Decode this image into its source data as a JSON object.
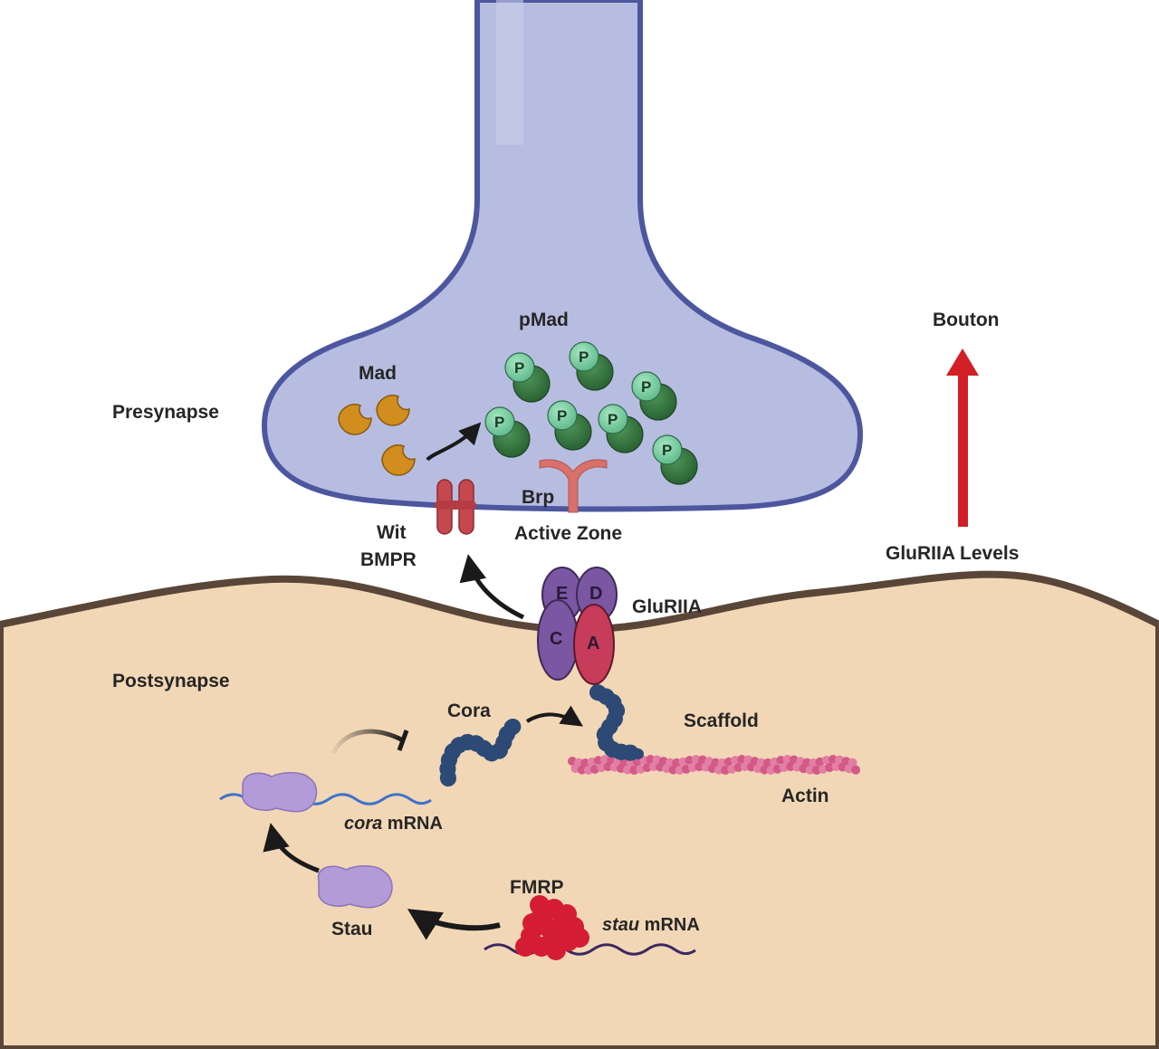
{
  "labels": {
    "presynapse": "Presynapse",
    "postsynapse": "Postsynapse",
    "mad": "Mad",
    "pmad": "pMad",
    "p": "P",
    "brp": "Brp",
    "active_zone": "Active Zone",
    "wit": "Wit",
    "bmpr": "BMPR",
    "gluriia": "GluRIIA",
    "subunit_e": "E",
    "subunit_d": "D",
    "subunit_c": "C",
    "subunit_a": "A",
    "cora": "Cora",
    "scaffold": "Scaffold",
    "actin": "Actin",
    "cora_mrna_gene": "cora",
    "cora_mrna_suffix": " mRNA",
    "stau": "Stau",
    "fmrp": "FMRP",
    "stau_mrna_gene": "stau",
    "stau_mrna_suffix": " mRNA",
    "bouton": "Bouton",
    "gluriia_levels": "GluRIIA Levels"
  },
  "colors": {
    "presynapse_fill": "#b7bde0",
    "presynapse_outline": "#4d579f",
    "postsynapse_fill": "#f2d7b6",
    "postsynapse_outline": "#5a4638",
    "mad": "#d18d1d",
    "pmad_dark": "#2f6f3a",
    "pmad_light": "#74c69a",
    "receptor": "#c6484f",
    "brp": "#d9706a",
    "glu_purple": "#7b56a3",
    "glu_red": "#c63c5a",
    "cora": "#2c4a75",
    "actin": "#d35a88",
    "mrna_blue": "#3e73c9",
    "mrna_purple": "#3b2860",
    "stau": "#b39ad8",
    "fmrp": "#d41d35",
    "arrow_red": "#d21f26"
  }
}
